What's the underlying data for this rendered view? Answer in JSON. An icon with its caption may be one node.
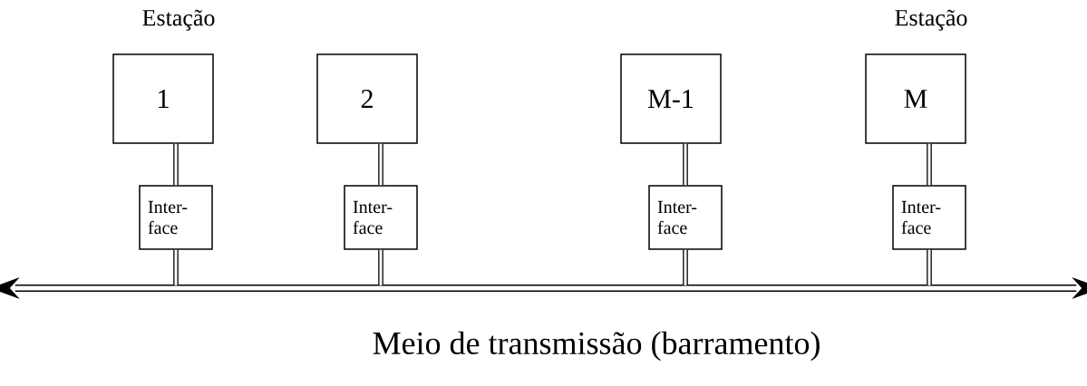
{
  "diagram": {
    "nodes": [
      {
        "text": [
          "Estação",
          "1"
        ]
      },
      {
        "text": [
          "2"
        ]
      },
      {
        "text": [
          "M-1"
        ]
      },
      {
        "text": [
          "Estação",
          "M"
        ]
      },
      {
        "text": [
          "Inter- face"
        ]
      },
      {
        "text": [
          "Inter- face"
        ]
      },
      {
        "text": [
          "Inter- face"
        ]
      },
      {
        "text": [
          "Inter- face"
        ]
      },
      {
        "text": [],
        "shape": "bar"
      }
    ],
    "edges": [
      {
        "from": 0,
        "to": 4,
        "arrow": "none"
      },
      {
        "from": 1,
        "to": 5,
        "arrow": "none"
      },
      {
        "from": 2,
        "to": 6,
        "arrow": "none"
      },
      {
        "from": 3,
        "to": 7,
        "arrow": "none"
      },
      {
        "from": 4,
        "to": 8,
        "arrow": "none"
      },
      {
        "from": 5,
        "to": 8,
        "arrow": "none"
      },
      {
        "from": 6,
        "to": 8,
        "arrow": "none"
      },
      {
        "from": 7,
        "to": 8,
        "arrow": "none"
      }
    ],
    "labels": [
      "Meio de transmissão (barramento)"
    ]
  }
}
